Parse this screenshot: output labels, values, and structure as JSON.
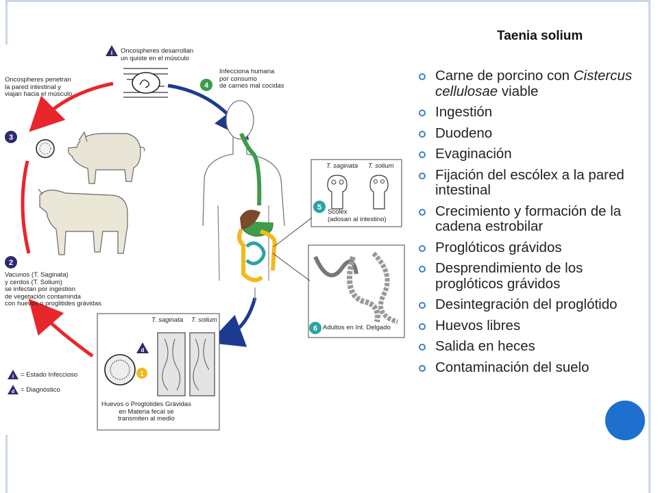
{
  "title": "Taenia solium",
  "steps": [
    {
      "text": "Carne de porcino con ",
      "italic": "Cistercus cellulosae",
      "rest": " viable"
    },
    {
      "text": "Ingestión"
    },
    {
      "text": "Duodeno"
    },
    {
      "text": "Evaginación"
    },
    {
      "text": "Fijación del escólex a la pared intestinal"
    },
    {
      "text": "Crecimiento y formación de la cadena estrobilar"
    },
    {
      "text": "Proglóticos grávidos"
    },
    {
      "text": "Desprendimiento de los proglóticos grávidos"
    },
    {
      "text": "Desintegración del proglótido"
    },
    {
      "text": "Huevos libres"
    },
    {
      "text": "Salida en heces"
    },
    {
      "text": "Contaminación del suelo"
    }
  ],
  "diagram": {
    "cyst_label": "Oncospheres desarrollan\nun quiste en el músculo",
    "penetrate_label": "Oncospheres penetran\nla pared intestinal y\nviajan hacia el músculo",
    "human_label": "Infecciona humana\npor consumo\nde carnes mal cocidas",
    "scolex_saginata": "T. saginata",
    "scolex_solium": "T. solium",
    "scolex_label": "Scolex\n(adosan al intestino)",
    "adults_label": "Adultos en Int. Delgado",
    "animals_label": "Vacunos (T. Saginata)\ny cerdos (T. Solium)\nse infectan por ingestion\nde vegetación contaminda\ncon huevos o proglitides grávidas",
    "eggs_saginata": "T. saginata",
    "eggs_solium": "T. solium",
    "eggs_label": "Huevos o Proglotides Grávidas\nen Materia fecal se\ntransmiten al medio",
    "legend_infective": "= Estado Infeccioso",
    "legend_diagnostic": "= Diagnóstico",
    "stage_numbers": [
      "1",
      "2",
      "3",
      "4",
      "5",
      "6"
    ],
    "infective_mark": "i",
    "diagnostic_mark": "d",
    "colors": {
      "red_arrow": "#e8262b",
      "blue_arrow": "#1c3a8f",
      "stage_dark": "#2d2a6e",
      "stage_teal": "#2aa3a6",
      "stage_green": "#3e9c4a",
      "stage_yellow": "#f2b81d",
      "bullet": "#3f7fbf",
      "accent_blue": "#1f6fce"
    }
  }
}
